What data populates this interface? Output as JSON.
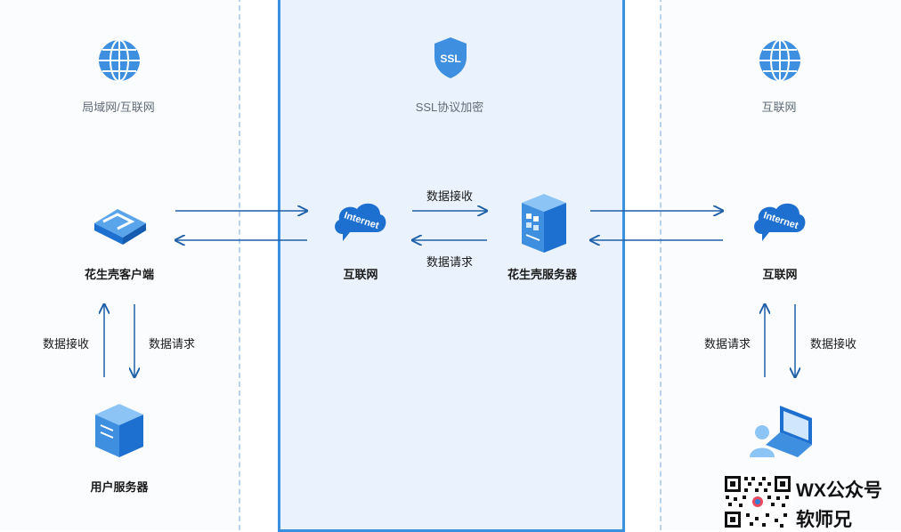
{
  "left": {
    "network_label": "局域网/互联网",
    "client_label": "花生壳客户端",
    "user_server_label": "用户服务器",
    "arrow_up_label": "数据接收",
    "arrow_down_label": "数据请求"
  },
  "middle": {
    "ssl_badge": "SSL",
    "ssl_label": "SSL协议加密",
    "internet_label": "互联网",
    "internet_cloud_text": "Internet",
    "server_label": "花生壳服务器",
    "arrow_top_label": "数据接收",
    "arrow_bottom_label": "数据请求"
  },
  "right": {
    "network_label": "互联网",
    "internet_label": "互联网",
    "internet_cloud_text": "Internet",
    "arrow_up_label": "数据请求",
    "arrow_down_label": "数据接收"
  },
  "watermark": {
    "line1": "WX公众号",
    "line2": "软师兄"
  },
  "colors": {
    "primary_blue": "#1d6fd0",
    "arrow_blue": "#1e5fa8",
    "zone_border": "#3a90e0",
    "zone_fill": "#eaf3fd"
  }
}
